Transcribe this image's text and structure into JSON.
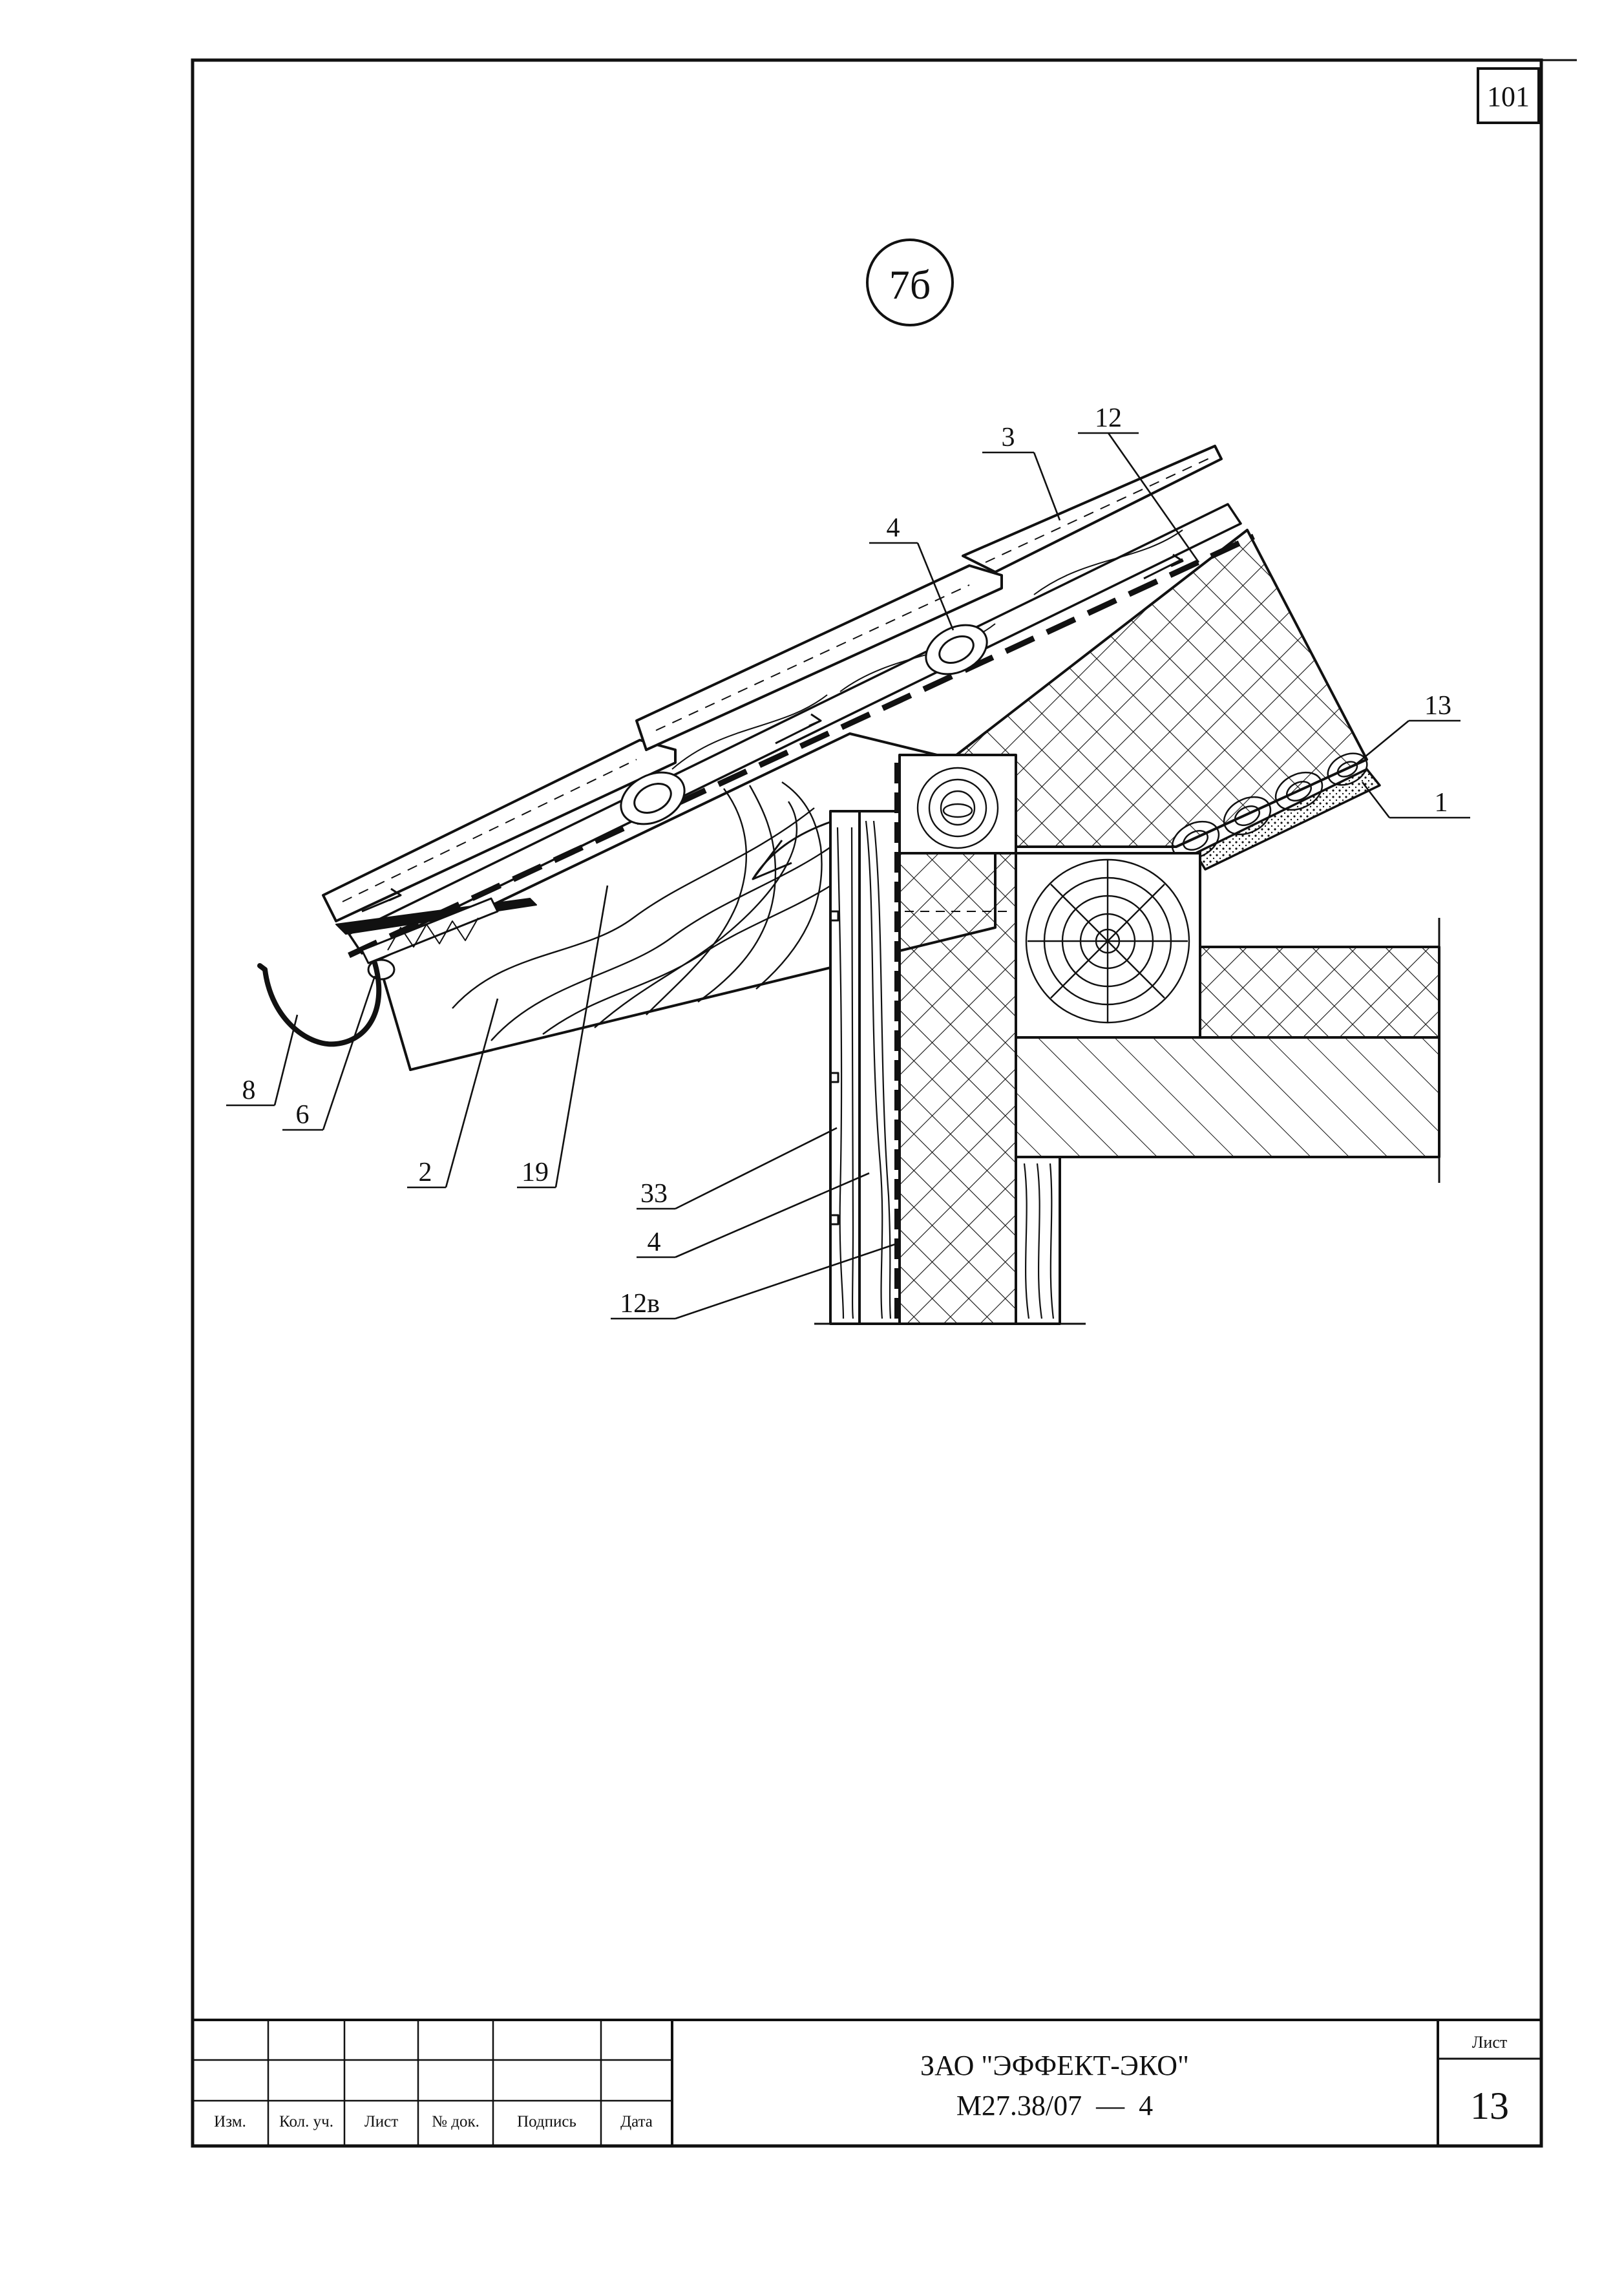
{
  "sheet_number_corner": "101",
  "detail_marker": "7б",
  "callouts": {
    "c3": "3",
    "c12": "12",
    "c4_top": "4",
    "c13": "13",
    "c1": "1",
    "c8": "8",
    "c6": "6",
    "c2": "2",
    "c19": "19",
    "c33": "33",
    "c4_wall": "4",
    "c12v": "12в"
  },
  "title_block": {
    "col_izm": "Изм.",
    "col_kol_uch": "Кол. уч.",
    "col_list": "Лист",
    "col_n_dok": "№ док.",
    "col_podpis": "Подпись",
    "col_data": "Дата",
    "organization": "ЗАО \"ЭФФЕКТ-ЭКО\"",
    "document_code": "М27.38/07  —  4",
    "sheet_label": "Лист",
    "sheet_number": "13"
  }
}
